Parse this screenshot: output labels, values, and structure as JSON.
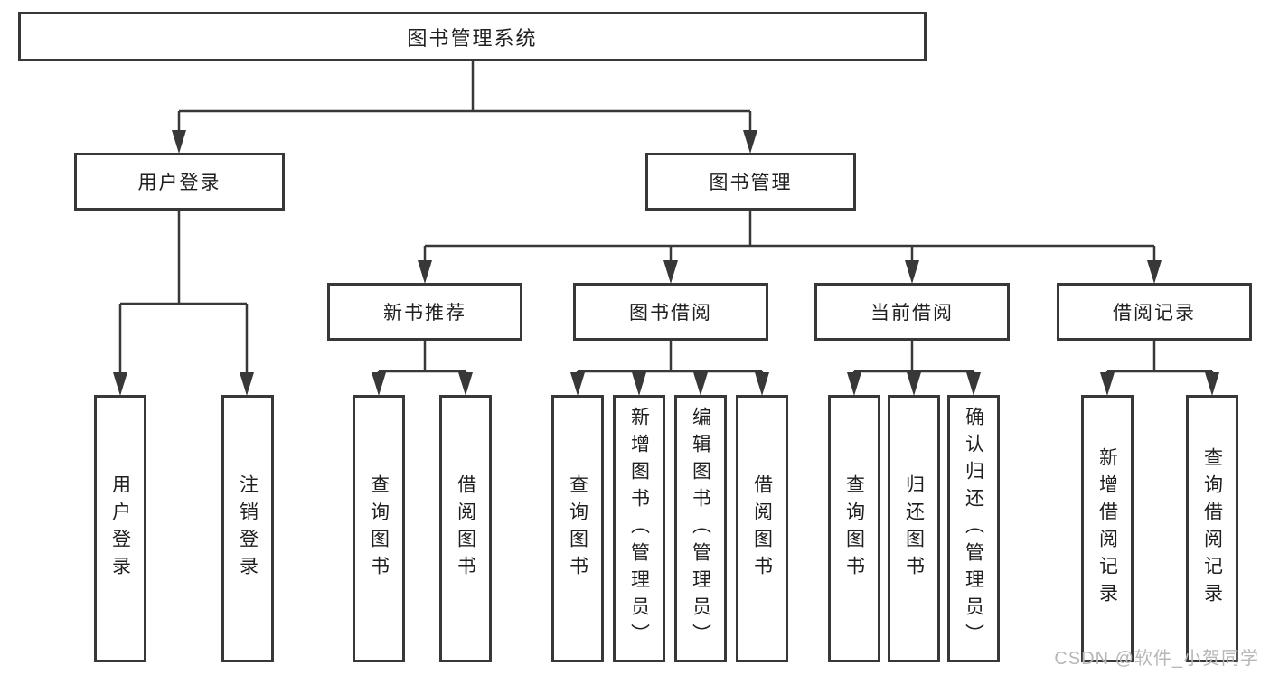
{
  "tree": {
    "label": "图书管理系统",
    "children": [
      {
        "label": "用户登录",
        "children": [
          {
            "label": "用户登录"
          },
          {
            "label": "注销登录"
          }
        ]
      },
      {
        "label": "图书管理",
        "children": [
          {
            "label": "新书推荐",
            "children": [
              {
                "label": "查询图书"
              },
              {
                "label": "借阅图书"
              }
            ]
          },
          {
            "label": "图书借阅",
            "children": [
              {
                "label": "查询图书"
              },
              {
                "label": "新增图书（管理员）"
              },
              {
                "label": "编辑图书（管理员）"
              },
              {
                "label": "借阅图书"
              }
            ]
          },
          {
            "label": "当前借阅",
            "children": [
              {
                "label": "查询图书"
              },
              {
                "label": "归还图书"
              },
              {
                "label": "确认归还（管理员）"
              }
            ]
          },
          {
            "label": "借阅记录",
            "children": [
              {
                "label": "新增借阅记录"
              },
              {
                "label": "查询借阅记录"
              }
            ]
          }
        ]
      }
    ]
  },
  "watermark": "CSDN @软件_小贺同学",
  "colors": {
    "line": "#383838",
    "border": "#383838",
    "text": "#1f1f1f",
    "watermark_text": "#b7b7b7",
    "background": "#ffffff"
  }
}
